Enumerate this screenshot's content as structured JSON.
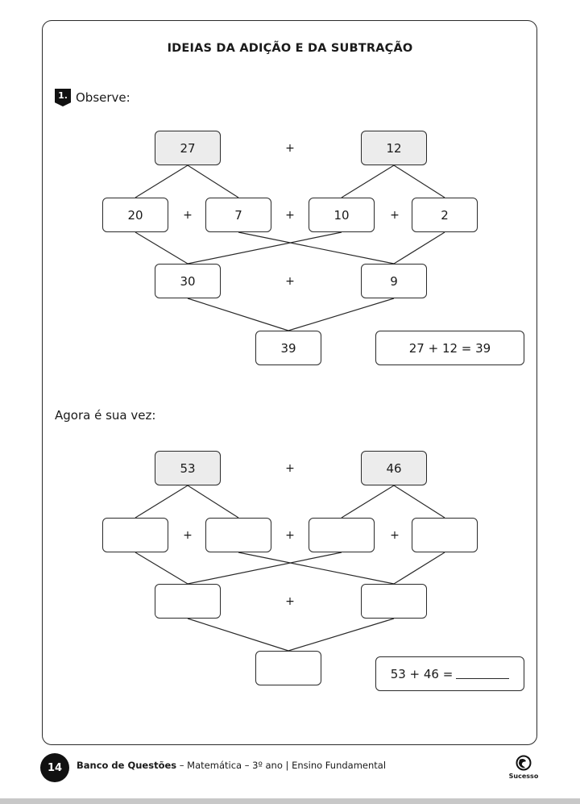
{
  "title": "IDEIAS DA ADIÇÃO E DA SUBTRAÇÃO",
  "question": {
    "number": "1.",
    "prompt": "Observe:"
  },
  "example": {
    "top": [
      "27",
      "12"
    ],
    "middle": [
      "20",
      "7",
      "10",
      "2"
    ],
    "lower": [
      "30",
      "9"
    ],
    "bottom": "39",
    "result": "27 + 12 = 39"
  },
  "exercise_title": "Agora é sua vez:",
  "exercise": {
    "top": [
      "53",
      "46"
    ],
    "middle": [
      "",
      "",
      "",
      ""
    ],
    "lower": [
      "",
      ""
    ],
    "bottom": "",
    "result_prefix": "53 + 46 ="
  },
  "operator": "+",
  "footer": {
    "page_number": "14",
    "bank": "Banco de Questões",
    "rest": " – Matemática – 3º ano | Ensino Fundamental",
    "brand": "Sucesso"
  }
}
